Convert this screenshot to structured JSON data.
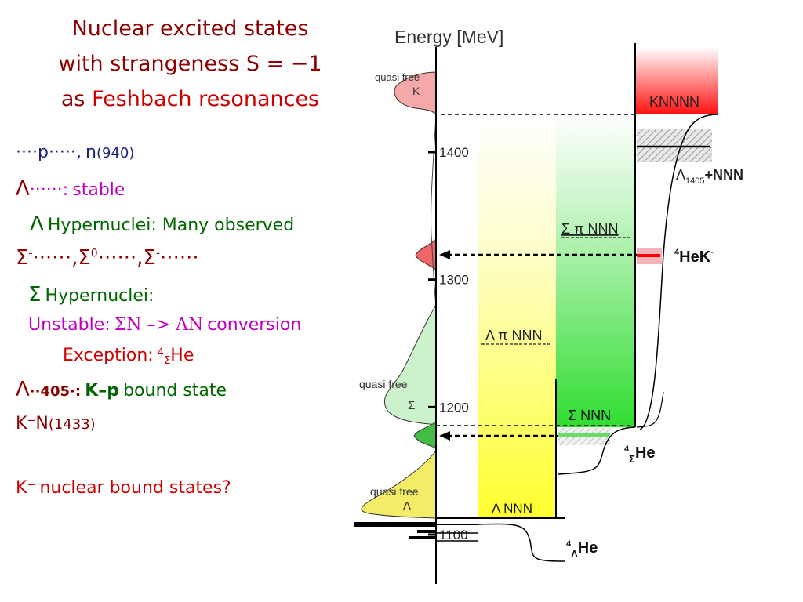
{
  "title": {
    "line1": "Nuclear excited states",
    "line2": "with strangeness S = −1",
    "line3a": "as",
    "line3b": "Feshbach resonances"
  },
  "left": {
    "p_dots": "····p·····,",
    "n940_n": "n",
    "n940_m": "(940)",
    "lambda_sym": "Λ",
    "lambda_dots": "······:",
    "lambda_stable": "stable",
    "lambda_hyp_sym": "Λ",
    "lambda_hyp": "Hypernuclei: Many observed",
    "sigma_line_a": "Σ",
    "sigma_sup1": "-",
    "sigma_line_b": "······,Σ",
    "sigma_sup2": "0",
    "sigma_line_c": "······,Σ",
    "sigma_sup3": "-",
    "sigma_line_d": "······",
    "sigma_hyp_sym": "Σ",
    "sigma_hyp": "Hypernuclei:",
    "unstable_a": "Unstable:",
    "unstable_b": "ΣN –> ΛN",
    "unstable_c": "conversion",
    "exception_a": "Exception:",
    "exception_sup": "4",
    "exception_sub": "Σ",
    "exception_b": "He",
    "l1405_sym": "Λ",
    "l1405_m": "··405·:",
    "l1405_kp": "K–p",
    "l1405_rest": "bound state",
    "kn_a": "K",
    "kn_sup": "−",
    "kn_b": "N",
    "kn_m": "(1433)",
    "kbound_a": "K",
    "kbound_sup": "−",
    "kbound_b": "nuclear bound states?"
  },
  "diagram": {
    "axis_title": "Energy [MeV]",
    "ticks": [
      "1400",
      "1300",
      "1200",
      "1100"
    ],
    "qf_k": [
      "quasi free",
      "K"
    ],
    "qf_sigma": [
      "quasi free",
      "Σ"
    ],
    "qf_lambda": [
      "quasi free",
      "Λ"
    ],
    "knnnn": "KNNNN",
    "lambda1405_a": "Λ",
    "lambda1405_sub": "1405",
    "lambda1405_b": "+NNN",
    "sigma_pi_nnn": "Σ π NNN",
    "lambda_pi_nnn": "Λ π NNN",
    "he_k_sup": "4",
    "he_k": "HeK",
    "he_k_sup2": "-",
    "sigma_nnn": "Σ NNN",
    "lambda_nnn": "Λ NNN",
    "sigma_he_sup": "4",
    "sigma_he_sub": "Σ",
    "sigma_he": "He",
    "lambda_he_sup": "4",
    "lambda_he_sub": "Λ",
    "lambda_he": "He",
    "colors": {
      "yellow": "#ffff44",
      "green": "#44dd44",
      "red": "#ff2020",
      "pink": "#f4a0a8",
      "lightgreen": "#b8f0b0"
    }
  }
}
